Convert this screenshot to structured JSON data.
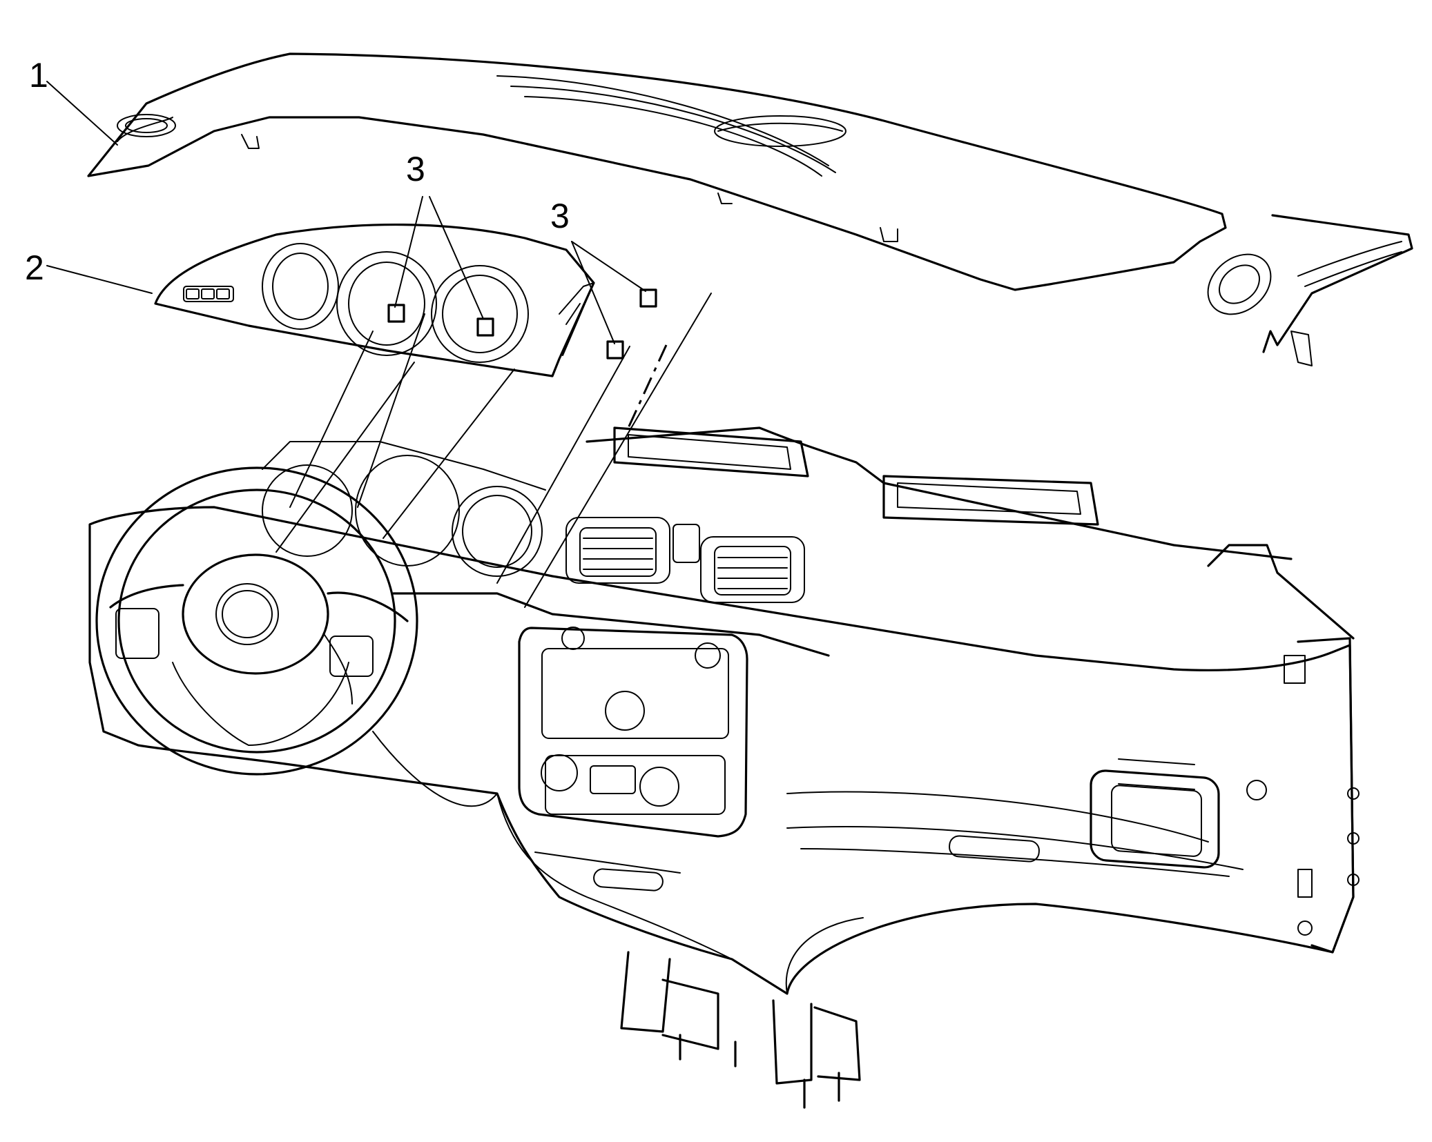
{
  "callouts": {
    "c1": "1",
    "c2": "2",
    "c3a": "3",
    "c3b": "3"
  },
  "colors": {
    "line": "#000000",
    "background": "#ffffff"
  }
}
